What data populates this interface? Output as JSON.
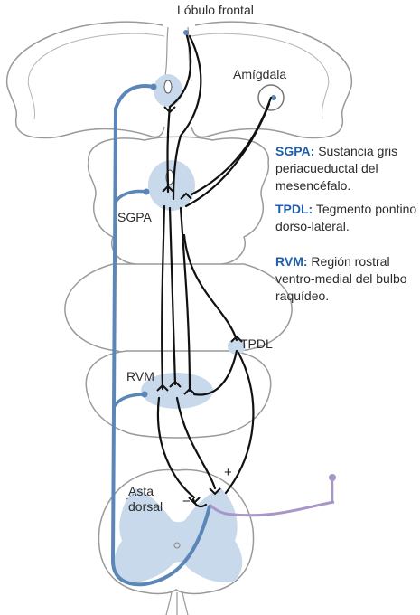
{
  "labels": {
    "frontal_lobe": "Lóbulo frontal",
    "amygdala": "Amígdala",
    "sgpa": "SGPA",
    "tpdl": "TPDL",
    "rvm": "RVM",
    "dorsal_horn": "Asta dorsal"
  },
  "signs": {
    "plus": "+",
    "minus": "−"
  },
  "legend": [
    {
      "abbr": "SGPA:",
      "text": "Sustancia gris periacueductal del mesencéfalo."
    },
    {
      "abbr": "TPDL:",
      "text": "Tegmento pontino dorso-lateral."
    },
    {
      "abbr": "RVM:",
      "text": "Región rostral ventro-medial del bulbo raquídeo."
    }
  ],
  "colors": {
    "outline": "#9a9a9a",
    "nucleus_fill": "#c9d9ec",
    "descending_pathway": "#5b86b8",
    "neuron": "#111111",
    "afferent": "#a996c9",
    "legend_accent": "#1f5fa8"
  }
}
